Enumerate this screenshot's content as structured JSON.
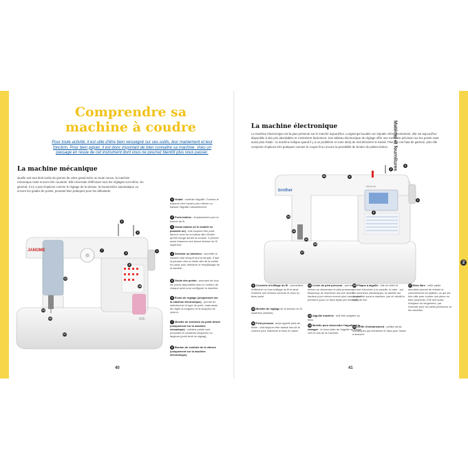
{
  "page": {
    "side_tab": "Matériel et fournitures",
    "side_tab_number": "2"
  },
  "left": {
    "title_line1": "Comprendre sa",
    "title_line2": "machine à coudre",
    "intro": "Pour toute activité, il est utile d'être bien renseigné sur ses outils, leur maniement et leur fonction. Pour bien piquer, il est donc important de bien connaître sa machine. Voici un passage en revue de cet instrument dont vous ne pourrez bientôt plus vous passer.",
    "heading": "La machine mécanique",
    "paragraph": "Quelle soit tout droit sortie du grenier de votre grand-mère ou toute neuve, la machine mécanique reste encore très courante. Elle nécessite d'effectuer tous les réglages soi-même. En général, il n'y a pas d'options comme le réglage de la vitesse, la boutonnière automatique ou encore les guides de points, pourtant bien pratiques pour les débutants.",
    "brand": "JANOME",
    "model": "415",
    "page_number": "40",
    "legend": [
      {
        "n": "1",
        "term": "Volant",
        "text": " : contrôle l'aiguille. Tournez-le toujours vers l'avant pour relever ou baisser l'aiguille manuellement."
      },
      {
        "n": "2",
        "term": "Porte-bobine",
        "text": " : emplacement pour la bobine de fil."
      },
      {
        "n": "3",
        "term": "Guide-bobine (si le modèle en possède un)",
        "text": " : doit toujours être posé dans le sens de la bobine afin d'éviter qu'elle bouge durant la couture. Il permet aussi d'assurer une bonne tension du fil supérieur."
      },
      {
        "n": "4",
        "term": "Dévidoir ou bobineur",
        "text": " : accueille la canette vide lorsqu'il faut la remplir. Il faut la pousser vers la droite afin de la mettre en place pour démarrer le remplissage de la canette."
      },
      {
        "n": "5",
        "term": "Guide des points",
        "text": " : annuaire de tous les points disponibles avec le numéro de chaque point pour configurer la machine."
      },
      {
        "n": "6",
        "term": "Écran de réglage (uniquement sur la machine électronique)",
        "text": " : permet de sélectionner le type de point, mais aussi de régler la longueur et la longueur de celui-ci."
      },
      {
        "n": "7",
        "term": "Molette de sélection du point désiré (uniquement sur la machine mécanique)",
        "text": " : certains points sont proposés en plusieurs longueurs ou largeurs (point droit ou zigzag)."
      },
      {
        "n": "8",
        "term": "Bouton de contrôle de la vitesse (uniquement sur la machine électronique)",
        "text": "."
      }
    ]
  },
  "right": {
    "heading": "La machine électronique",
    "paragraph": "La machine électronique est la plus présente sur le marché aujourd'hui. Longtemps boudée car réputée chère à entretenir, elle est aujourd'hui disponible à des prix abordables et s'entretient facilement. Son tableau électronique de réglage offre une meilleure précision sur les points mais aussi plus d'aide : la machine indique quand il y a un problème et votre aléa) de mal démarrer le travail. Plus elle est haut de gamme, plus elle comporte d'options très pratiques comme le coupe-fil ou encore la possibilité de broder de petites lettres.",
    "brand": "brother",
    "model": "innov-is",
    "page_number": "41",
    "legend": [
      {
        "n": "9",
        "term": "Crochets d'enfilage du fil",
        "text": " : permettent d'effectuer un bon enfilage du fil et ainsi d'obtenir une tension correcte et donc un beau point."
      },
      {
        "n": "10",
        "term": "Molette de réglage",
        "text": " de la tension du fil supérieur (bobine)."
      },
      {
        "n": "11",
        "term": "Pied presseur",
        "text": ", aussi appelé pied-de-biche : doit toujours être baissé lors de la couture pour maintenir le tissu en place."
      },
      {
        "n": "12",
        "term": "Levier de pied presseur",
        "text": " : permet de relever ou descendre le pied presseur. Beaucoup de machines ont une double hauteur pour relever encore plus haut le pied presseur (pour un tissu épais par exemple)."
      },
      {
        "n": "13",
        "term": "Aiguille machine",
        "text": " : doit être adaptée au tissu."
      },
      {
        "n": "14",
        "term": "Molette pour descendre l'aiguille et la changer",
        "text": " : la force plate de l'aiguille se trouve vers le dos de la machine."
      },
      {
        "n": "15",
        "term": "Plaque à aiguille",
        "text": " : elle se retire et permet d'accéder à la canette. A noter : sur les machines mécaniques, la canette est accessible sous la machine, par un retrait la boîte de fixe."
      },
      {
        "n": "16",
        "term": "Griffe d'entraînement",
        "text": " : petites dents métalliques qui entraînent le tissu pour l'aider à avancer."
      },
      {
        "n": "17",
        "term": "Bras libre",
        "text": " : cette partie amovible permet de réduire la circonférence du plateau, ce qui est très utile pour coudre une pièce en tube (manche). Elle sert aussi d'espace de rangement, par exemple pour les pieds presseurs ou les canettes."
      }
    ]
  }
}
